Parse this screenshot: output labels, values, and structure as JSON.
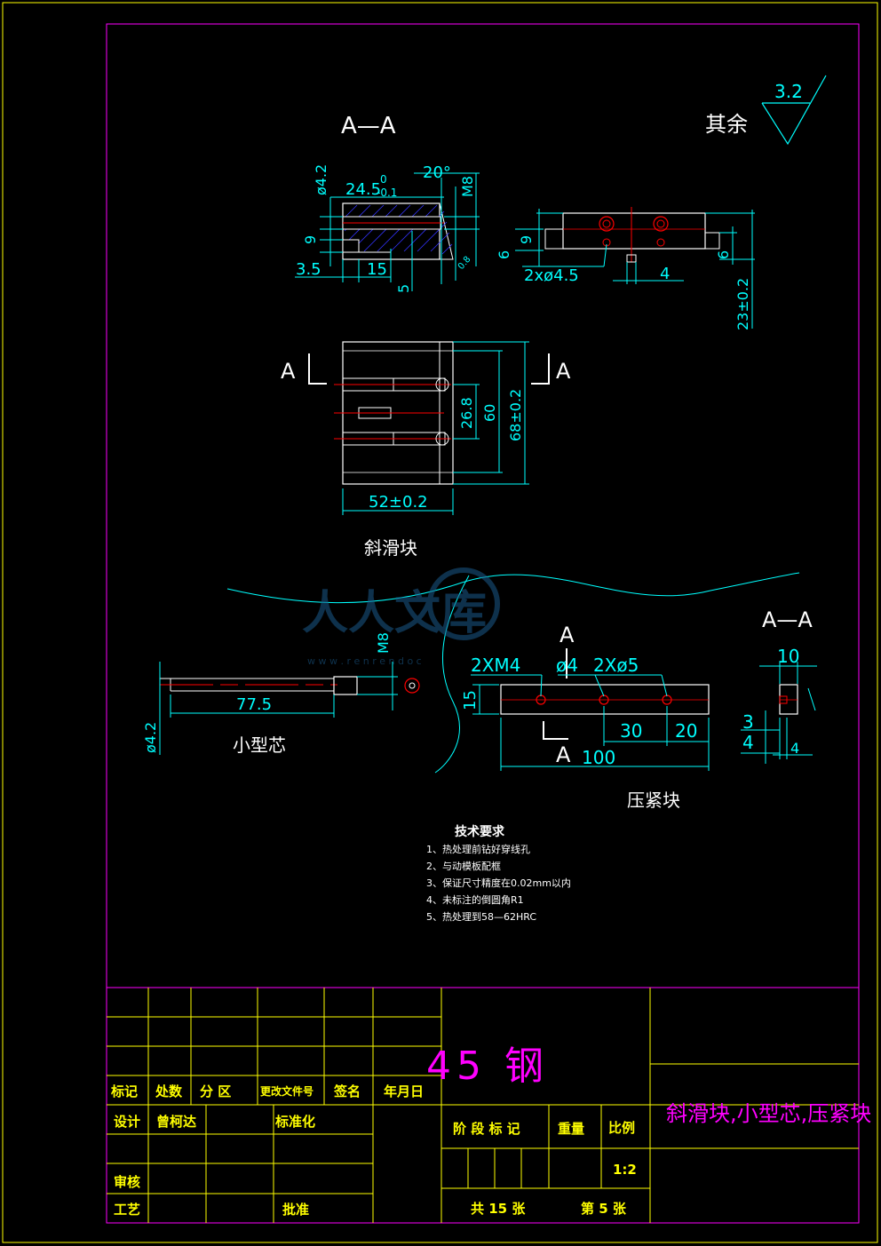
{
  "drawing": {
    "surface_finish": {
      "label": "其余",
      "value": "3.2"
    },
    "slide_block": {
      "section_label": "A—A",
      "name": "斜滑块",
      "view_label_left": "A",
      "view_label_right": "A",
      "dims": {
        "d42": "ø4.2",
        "len245": "24.5",
        "tol_upper": "0",
        "tol_lower": "-0.1",
        "angle": "20°",
        "m8": "M8",
        "h9": "9",
        "w35": "3.5",
        "w15": "15",
        "h5": "5",
        "r6": "6",
        "h9b": "9",
        "h6": "6",
        "holes": "2xø4.5",
        "w4": "4",
        "h6r": "6",
        "h23": "23±0.2",
        "w268": "26.8",
        "w60": "60",
        "w68": "68±0.2",
        "w52": "52±0.2",
        "rough_small": "0.8"
      }
    },
    "small_core": {
      "name": "小型芯",
      "dims": {
        "m8": "M8",
        "len": "77.5",
        "dia": "ø4.2"
      }
    },
    "press_block": {
      "name": "压紧块",
      "section_label": "A—A",
      "view_label_top": "A",
      "view_label_bottom": "A",
      "dims": {
        "thread": "2XM4",
        "d4": "ø4",
        "d5": "2Xø5",
        "h15": "15",
        "w30": "30",
        "w20": "20",
        "w100": "100",
        "w10": "10",
        "h3": "3",
        "h4": "4",
        "h4b": "4"
      }
    },
    "watermark": {
      "text": "人人文库",
      "url": "w w w . r e n r e n d o c"
    }
  },
  "tech_requirements": {
    "title": "技术要求",
    "items": [
      "1、热处理前钻好穿线孔",
      "2、与动模板配框",
      "3、保证尺寸精度在0.02mm以内",
      "4、未标注的倒圆角R1",
      "5、热处理到58—62HRC"
    ]
  },
  "title_block": {
    "material": "45 钢",
    "part_name": "斜滑块,小型芯,压紧块",
    "headers": [
      "标记",
      "处数",
      "分 区",
      "更改文件号",
      "签名",
      "年月日"
    ],
    "design_label": "设计",
    "designer": "曾柯达",
    "standard_label": "标准化",
    "review_label": "审核",
    "process_label": "工艺",
    "approve_label": "批准",
    "stage_label": "阶 段 标 记",
    "weight_label": "重量",
    "scale_label": "比例",
    "scale": "1:2",
    "total_sheets": "共 15 张",
    "sheet_no": "第 5 张"
  }
}
